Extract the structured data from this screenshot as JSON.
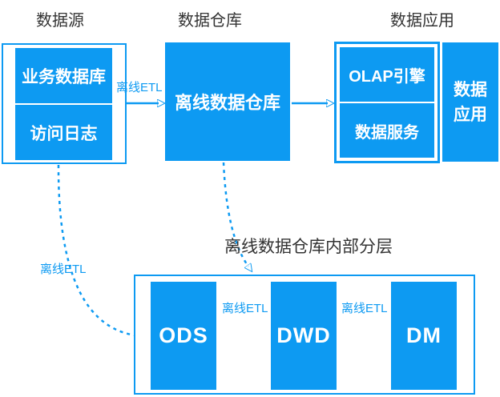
{
  "colors": {
    "accent": "#0d9af2",
    "title_text": "#333333",
    "node_text": "#ffffff",
    "background": "#ffffff"
  },
  "titles": {
    "source": "数据源",
    "warehouse": "数据仓库",
    "application": "数据应用",
    "layers": "离线数据仓库内部分层"
  },
  "nodes": {
    "source_group": {
      "items": [
        {
          "label": "业务数据库"
        },
        {
          "label": "访问日志"
        }
      ]
    },
    "offline_warehouse": {
      "label": "离线数据仓库"
    },
    "serving_group": {
      "items": [
        {
          "label": "OLAP引擎"
        },
        {
          "label": "数据服务"
        }
      ]
    },
    "data_application": {
      "lines": [
        "数据",
        "应用"
      ]
    },
    "layers": [
      {
        "label": "ODS"
      },
      {
        "label": "DWD"
      },
      {
        "label": "DM"
      }
    ]
  },
  "edge_labels": {
    "source_to_warehouse": "离线ETL",
    "source_to_ods": "离线ETL",
    "ods_to_dwd": "离线ETL",
    "dwd_to_dm": "离线ETL"
  }
}
